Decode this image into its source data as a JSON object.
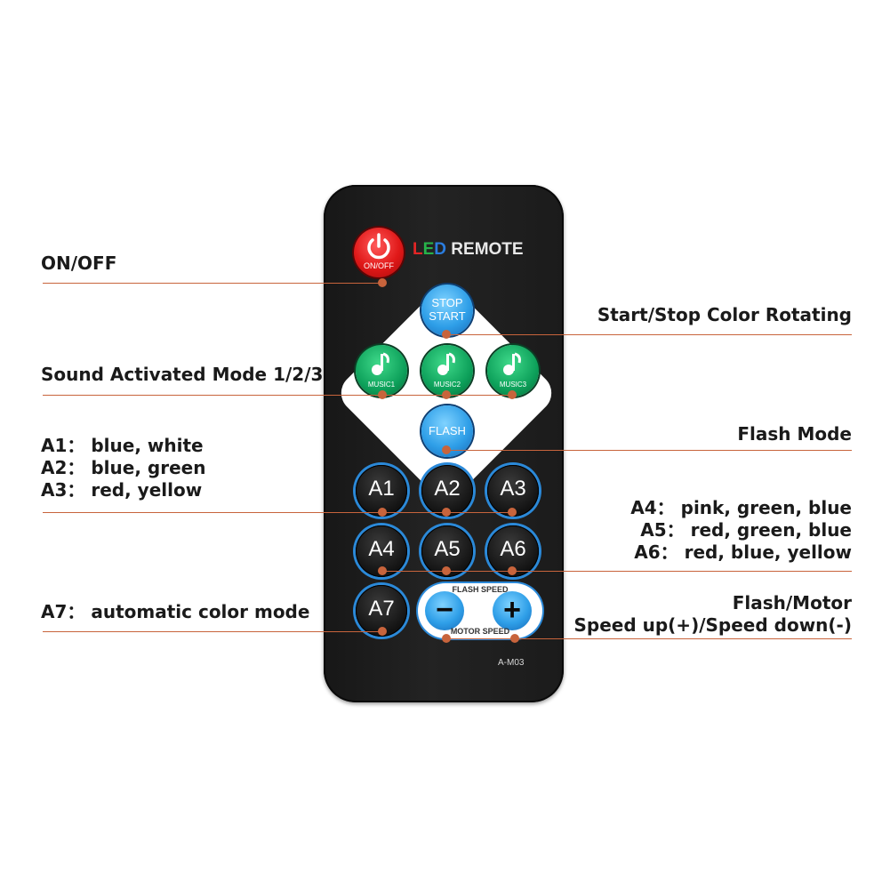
{
  "remote": {
    "logo_part1": "L",
    "logo_part2": "E",
    "logo_part3": "D",
    "logo_rest": " REMOTE",
    "power_label": "ON/OFF",
    "stop_line1": "STOP",
    "stop_line2": "START",
    "music1": "MUSIC1",
    "music2": "MUSIC2",
    "music3": "MUSIC3",
    "flash": "FLASH",
    "a_buttons": [
      "A1",
      "A2",
      "A3",
      "A4",
      "A5",
      "A6",
      "A7"
    ],
    "flash_speed": "FLASH SPEED",
    "motor_speed": "MOTOR SPEED",
    "minus": "−",
    "plus": "+",
    "model": "A-M03"
  },
  "callouts": {
    "onoff": "ON/OFF",
    "start_stop": "Start/Stop Color Rotating",
    "sound": "Sound Activated Mode 1/2/3",
    "flash_mode": "Flash Mode",
    "a1": "A1： blue, white",
    "a2": "A2： blue, green",
    "a3": "A3： red, yellow",
    "a4": "A4： pink, green, blue",
    "a5": "A5： red, green, blue",
    "a6": "A6： red, blue, yellow",
    "a7": "A7： automatic color mode",
    "speed_line1": "Flash/Motor",
    "speed_line2": "Speed up(+)/Speed down(-)"
  },
  "colors": {
    "leader": "#c8643c",
    "accent_blue": "#2b89d8",
    "music_green": "#0da05a",
    "power_red": "#e01818"
  }
}
